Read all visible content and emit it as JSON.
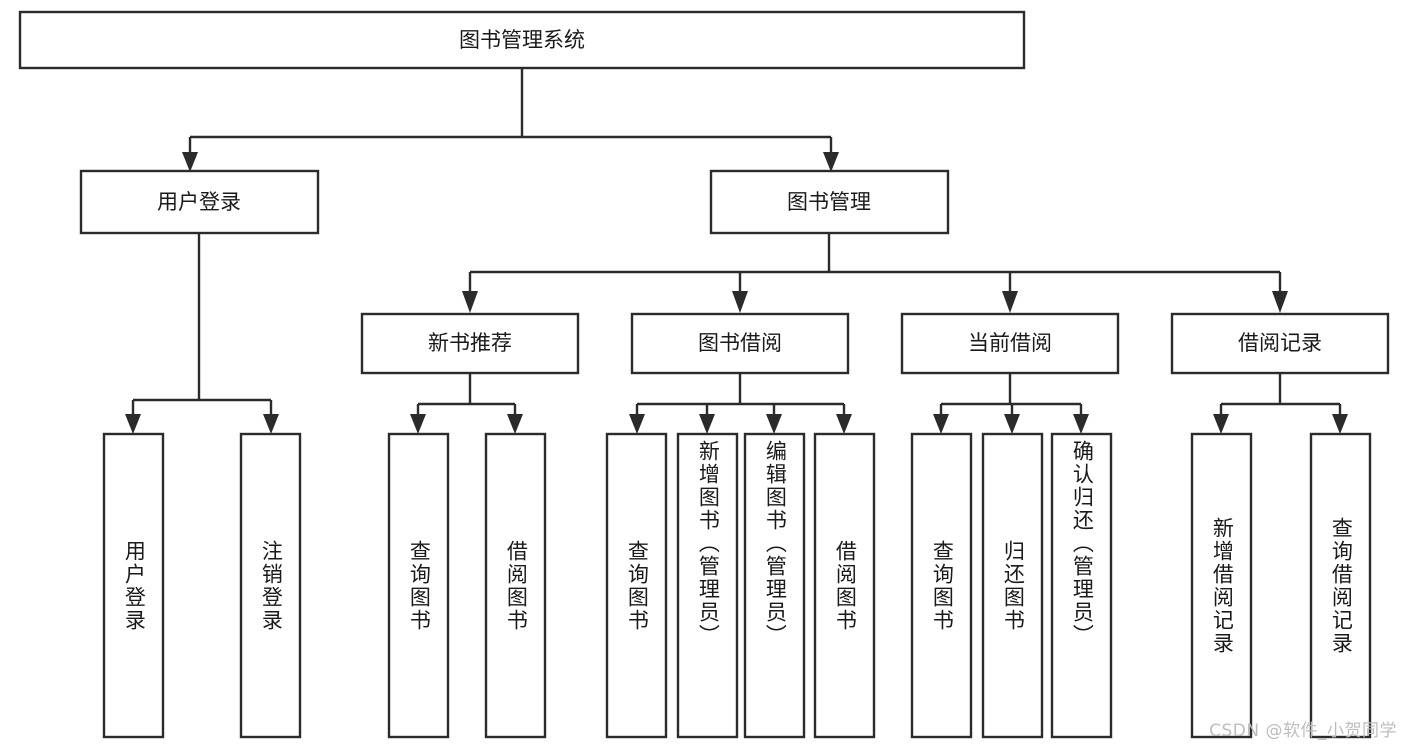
{
  "diagram": {
    "type": "tree-hierarchy",
    "title": "图书管理系统",
    "watermark": "CSDN @软件_小贺同学",
    "colors": {
      "stroke": "#2b2b2b",
      "box_fill": "#ffffff",
      "text": "#1a1a1a",
      "background": "#ffffff",
      "watermark": "#bdbdbd"
    },
    "root": {
      "id": "root",
      "label": "图书管理系统",
      "orientation": "horizontal"
    },
    "level2": [
      {
        "id": "user-login",
        "label": "用户登录",
        "orientation": "horizontal"
      },
      {
        "id": "book-manage",
        "label": "图书管理",
        "orientation": "horizontal"
      }
    ],
    "level3": [
      {
        "id": "new-book-recommend",
        "label": "新书推荐",
        "orientation": "horizontal",
        "parent": "book-manage"
      },
      {
        "id": "book-borrow",
        "label": "图书借阅",
        "orientation": "horizontal",
        "parent": "book-manage"
      },
      {
        "id": "current-borrow",
        "label": "当前借阅",
        "orientation": "horizontal",
        "parent": "book-manage"
      },
      {
        "id": "borrow-record",
        "label": "借阅记录",
        "orientation": "horizontal",
        "parent": "book-manage"
      }
    ],
    "leaves": [
      {
        "id": "leaf-user-login",
        "label": "用户登录",
        "parent": "user-login",
        "orientation": "vertical"
      },
      {
        "id": "leaf-user-logout",
        "label": "注销登录",
        "parent": "user-login",
        "orientation": "vertical"
      },
      {
        "id": "leaf-query-book-1",
        "label": "查询图书",
        "parent": "new-book-recommend",
        "orientation": "vertical"
      },
      {
        "id": "leaf-borrow-book-1",
        "label": "借阅图书",
        "parent": "new-book-recommend",
        "orientation": "vertical"
      },
      {
        "id": "leaf-query-book-2",
        "label": "查询图书",
        "parent": "book-borrow",
        "orientation": "vertical"
      },
      {
        "id": "leaf-add-book",
        "label": "新增图书（管理员）",
        "parent": "book-borrow",
        "orientation": "vertical"
      },
      {
        "id": "leaf-edit-book",
        "label": "编辑图书（管理员）",
        "parent": "book-borrow",
        "orientation": "vertical"
      },
      {
        "id": "leaf-borrow-book-2",
        "label": "借阅图书",
        "parent": "book-borrow",
        "orientation": "vertical"
      },
      {
        "id": "leaf-query-book-3",
        "label": "查询图书",
        "parent": "current-borrow",
        "orientation": "vertical"
      },
      {
        "id": "leaf-return-book",
        "label": "归还图书",
        "parent": "current-borrow",
        "orientation": "vertical"
      },
      {
        "id": "leaf-confirm-return",
        "label": "确认归还（管理员）",
        "parent": "current-borrow",
        "orientation": "vertical"
      },
      {
        "id": "leaf-add-record",
        "label": "新增借阅记录",
        "parent": "borrow-record",
        "orientation": "vertical"
      },
      {
        "id": "leaf-query-record",
        "label": "查询借阅记录",
        "parent": "borrow-record",
        "orientation": "vertical"
      }
    ]
  }
}
